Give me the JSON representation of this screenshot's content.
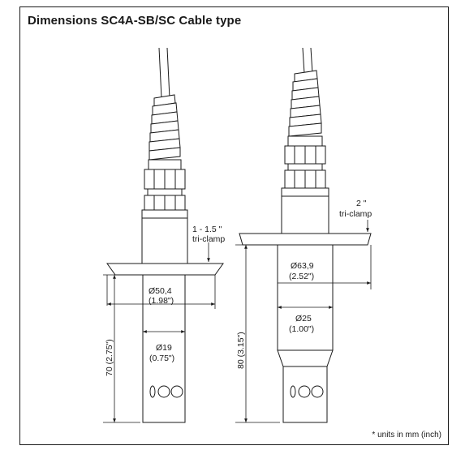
{
  "title": "Dimensions SC4A-SB/SC Cable type",
  "note": "* units in mm (inch)",
  "left_sensor": {
    "clamp_label": [
      "1 - 1.5 \"",
      "tri-clamp"
    ],
    "flange_dim": [
      "Ø50,4",
      "(1.98\")"
    ],
    "body_dim": [
      "Ø19",
      "(0.75\")"
    ],
    "length_dim": "70 (2.75\")"
  },
  "right_sensor": {
    "clamp_label": [
      "2 \"",
      "tri-clamp"
    ],
    "flange_dim": [
      "Ø63,9",
      "(2.52\")"
    ],
    "body_dim": [
      "Ø25",
      "(1.00\")"
    ],
    "length_dim": "80 (3.15\")"
  },
  "colors": {
    "line": "#1a1a1a",
    "fill": "#ffffff",
    "gray": "#cfcfcf"
  }
}
